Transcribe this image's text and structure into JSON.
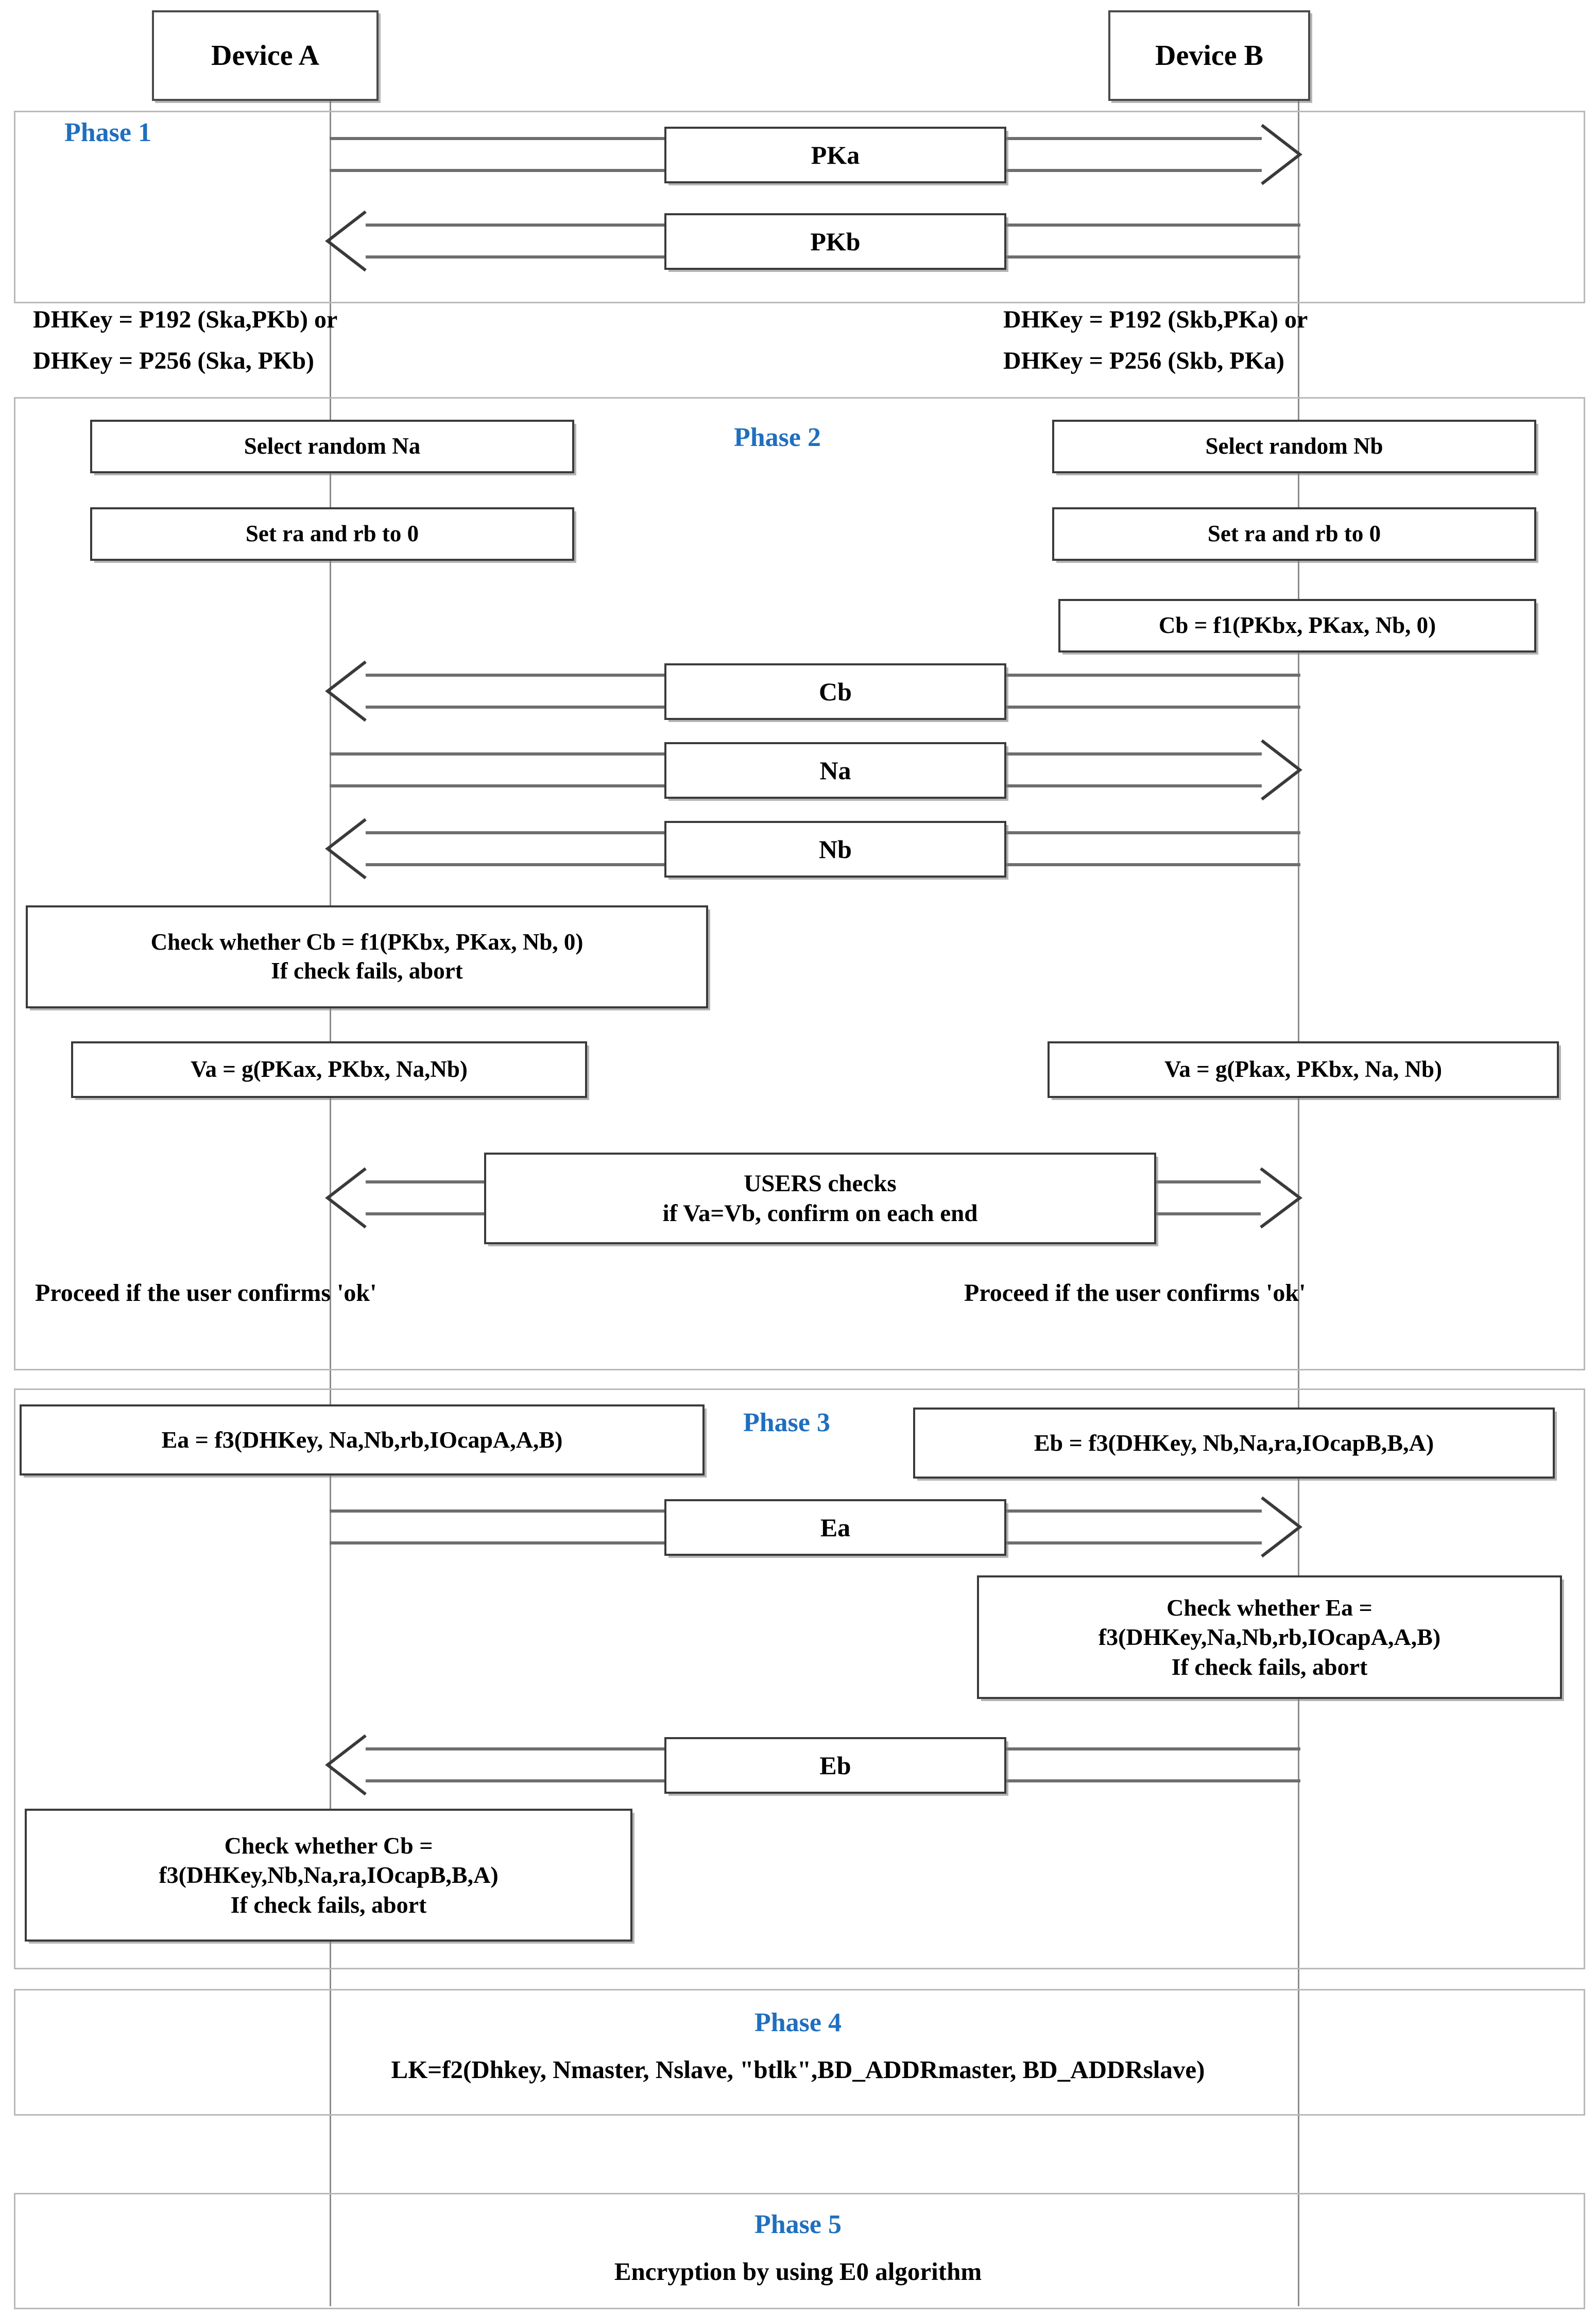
{
  "diagram": {
    "title": "Bluetooth Secure Simple Pairing (Numeric Comparison) Protocol Flow",
    "accent_blue": "#1f6fbf",
    "box_border": "#3a3a3a",
    "lifeline_color": "#8a8a8a"
  },
  "actors": {
    "left": "Device A",
    "right": "Device B"
  },
  "phases": [
    {
      "id": "phase1",
      "label": "Phase 1"
    },
    {
      "id": "phase2",
      "label": "Phase 2"
    },
    {
      "id": "phase3",
      "label": "Phase 3"
    },
    {
      "id": "phase4",
      "label": "Phase 4"
    },
    {
      "id": "phase5",
      "label": "Phase 5"
    }
  ],
  "phase1": {
    "messages": [
      {
        "label": "PKa",
        "direction": "left-to-right"
      },
      {
        "label": "PKb",
        "direction": "right-to-left"
      }
    ]
  },
  "dhkey_notes": {
    "left_line1": "DHKey = P192 (Ska,PKb) or",
    "left_line2": "DHKey = P256 (Ska, PKb)",
    "right_line1": "DHKey = P192 (Skb,PKa) or",
    "right_line2": "DHKey = P256 (Skb, PKa)"
  },
  "phase2": {
    "left_boxes": [
      "Select random Na",
      "Set ra and rb to 0"
    ],
    "right_boxes": [
      "Select random Nb",
      "Set ra and rb to 0",
      "Cb = f1(PKbx, PKax, Nb, 0)"
    ],
    "messages": [
      {
        "label": "Cb",
        "direction": "right-to-left"
      },
      {
        "label": "Na",
        "direction": "left-to-right"
      },
      {
        "label": "Nb",
        "direction": "right-to-left"
      }
    ],
    "check_box": {
      "line1": "Check whether Cb = f1(PKbx, PKax, Nb, 0)",
      "line2": "If check fails, abort"
    },
    "va_left": "Va = g(PKax, PKbx, Na,Nb)",
    "va_right": "Va = g(Pkax, PKbx, Na, Nb)",
    "users_check": {
      "line1": "USERS checks",
      "line2": "if Va=Vb, confirm on each end",
      "direction": "both"
    },
    "proceed_left": "Proceed if the user confirms 'ok'",
    "proceed_right": "Proceed if the user confirms 'ok'"
  },
  "phase3": {
    "ea_box": "Ea = f3(DHKey, Na,Nb,rb,IOcapA,A,B)",
    "eb_box": "Eb = f3(DHKey, Nb,Na,ra,IOcapB,B,A)",
    "messages": [
      {
        "label": "Ea",
        "direction": "left-to-right"
      },
      {
        "label": "Eb",
        "direction": "right-to-left"
      }
    ],
    "check_ea": {
      "line1": "Check whether Ea =",
      "line2": "f3(DHKey,Na,Nb,rb,IOcapA,A,B)",
      "line3": "If check fails, abort"
    },
    "check_cb": {
      "line1": "Check whether Cb =",
      "line2": "f3(DHKey,Nb,Na,ra,IOcapB,B,A)",
      "line3": "If check fails, abort"
    }
  },
  "phase4": {
    "body": "LK=f2(Dhkey, Nmaster, Nslave, \"btlk\",BD_ADDRmaster, BD_ADDRslave)"
  },
  "phase5": {
    "body": "Encryption by using E0 algorithm"
  }
}
